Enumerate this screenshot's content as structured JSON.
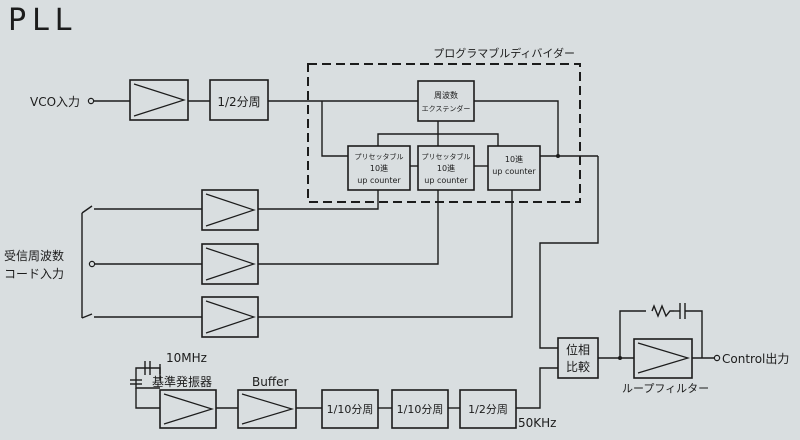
{
  "title": "PLL",
  "divider_group_label": "プログラマブルディバイダー",
  "inputs": {
    "vco": "VCO入力",
    "code_line1": "受信周波数",
    "code_line2": "コード入力"
  },
  "blocks": {
    "half_div_top": "1/2分周",
    "freq_extender_line1": "周波数",
    "freq_extender_line2": "エクステンダー",
    "counter1_line1": "プリセッタブル",
    "counter1_line2": "10進",
    "counter1_line3": "up counter",
    "counter2_line1": "プリセッタブル",
    "counter2_line2": "10進",
    "counter2_line3": "up counter",
    "counter3_line1": "10進",
    "counter3_line2": "up counter",
    "phase_comp_line1": "位相",
    "phase_comp_line2": "比較",
    "div10_a": "1/10分周",
    "div10_b": "1/10分周",
    "div2_bottom": "1/2分周"
  },
  "labels": {
    "crystal_freq": "10MHz",
    "ref_osc": "基準発振器",
    "buffer": "Buffer",
    "ref_freq": "50KHz",
    "loop_filter": "ループフィルター",
    "control_out": "Control出力"
  }
}
